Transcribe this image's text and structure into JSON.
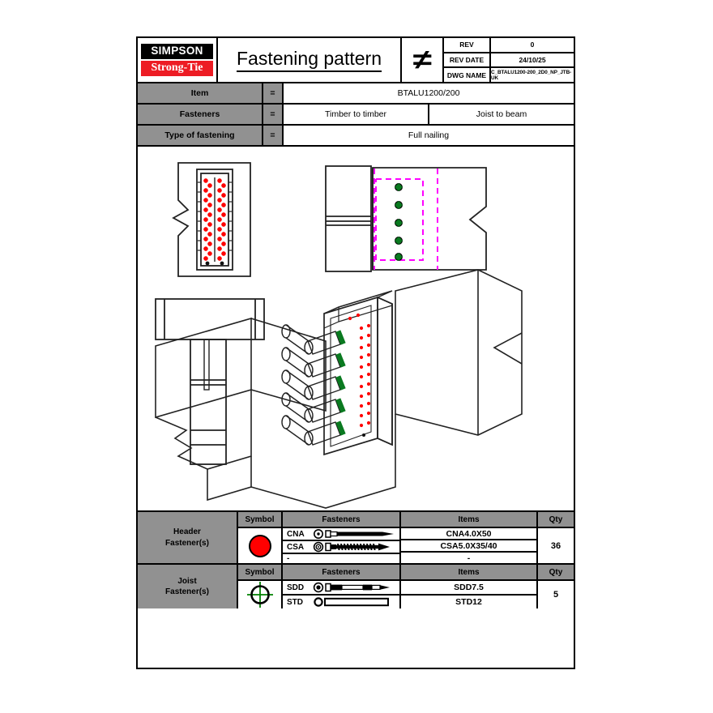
{
  "titleblock": {
    "logo_top": "SIMPSON",
    "logo_bottom": "Strong-Tie",
    "title": "Fastening pattern",
    "brand_mark": "not-equal-symbol",
    "rev_label": "REV",
    "rev_value": "0",
    "rev_date_label": "REV DATE",
    "rev_date_value": "24/10/25",
    "dwg_name_label": "DWG NAME",
    "dwg_name_value": "C_BTALU1200-200_2D0_NP_JTB-UK"
  },
  "info": {
    "item_label": "Item",
    "item_eq": "=",
    "item_value": "BTALU1200/200",
    "fasteners_label": "Fasteners",
    "fasteners_eq": "=",
    "fasteners_value_left": "Timber to timber",
    "fasteners_value_right": "Joist to beam",
    "type_label": "Type of fastening",
    "type_eq": "=",
    "type_value": "Full nailing"
  },
  "legend_headers": {
    "symbol": "Symbol",
    "fasteners": "Fasteners",
    "items": "Items",
    "qty": "Qty"
  },
  "header_fasteners": {
    "name": "Header\nFastener(s)",
    "name_line1": "Header",
    "name_line2": "Fastener(s)",
    "symbol": "red-filled-circle",
    "symbol_color": "#FF0000",
    "rows": [
      {
        "code": "CNA",
        "icon": "smooth-nail-icon",
        "item": "CNA4.0X50"
      },
      {
        "code": "CSA",
        "icon": "threaded-screw-icon",
        "item": "CSA5.0X35/40"
      },
      {
        "code": "-",
        "icon": "none",
        "item": "-"
      }
    ],
    "qty": "36"
  },
  "joist_fasteners": {
    "name_line1": "Joist",
    "name_line2": "Fastener(s)",
    "symbol": "crosshair-circle",
    "symbol_color": "#008000",
    "rows": [
      {
        "code": "SDD",
        "icon": "sdd-screw-icon",
        "item": "SDD7.5"
      },
      {
        "code": "STD",
        "icon": "std-dowel-icon",
        "item": "STD12"
      }
    ],
    "qty": "5"
  },
  "drawings": {
    "front_view": {
      "name": "front-elevation-view",
      "nail_color": "#FF0000",
      "nail_columns": 2,
      "nails_per_column": 18,
      "black_markers": 2
    },
    "side_view": {
      "name": "side-section-view",
      "bolt_color": "#008000",
      "bolt_count": 5,
      "boundary_color": "#FF00FF"
    },
    "plan_view": {
      "name": "plan-top-view"
    },
    "iso_view": {
      "name": "isometric-3d-view",
      "nail_color": "#FF0000",
      "bolt_color": "#008000",
      "bolt_count": 5
    }
  }
}
